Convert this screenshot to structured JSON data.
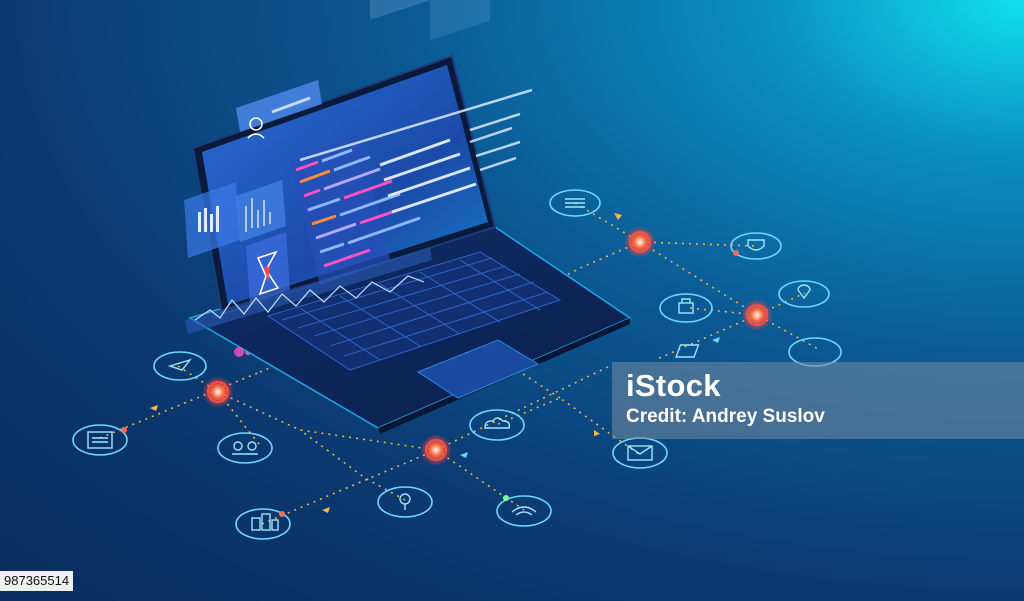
{
  "watermark": {
    "brand": "iStock",
    "credit": "Credit: Andrey Suslov"
  },
  "stock_id": "987365514",
  "colors": {
    "accent_orange": "#ff7a3a",
    "accent_cyan": "#38e8ff",
    "accent_magenta": "#ff4fc7",
    "node_red": "#ff3a3a"
  },
  "icons": [
    "list-icon",
    "shield-icon",
    "lock-icon",
    "location-pin-icon",
    "phone-icon",
    "cursor-icon",
    "calendar-icon",
    "people-icon",
    "cloud-icon",
    "email-icon",
    "search-icon",
    "wifi-icon",
    "buildings-icon",
    "user-icon",
    "hourglass-icon"
  ]
}
